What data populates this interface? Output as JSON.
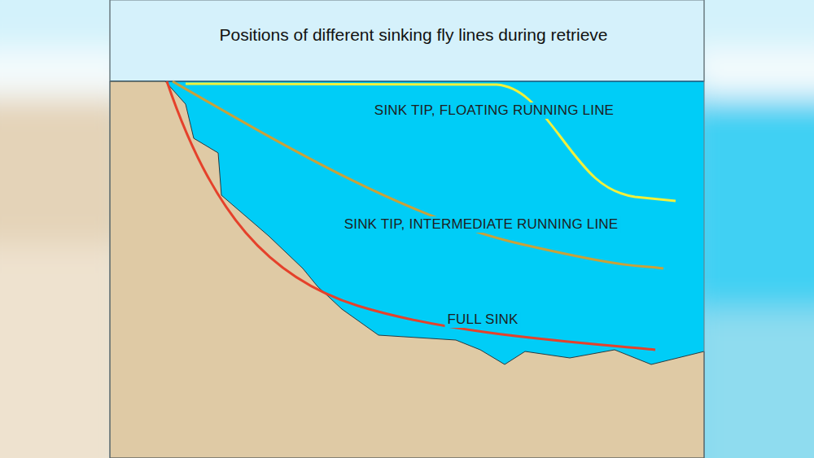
{
  "diagram": {
    "title": "Positions of different sinking fly lines during retrieve",
    "labels": [
      "SINK TIP, FLOATING RUNNING LINE",
      "SINK TIP, INTERMEDIATE RUNNING LINE",
      "FULL SINK"
    ]
  }
}
